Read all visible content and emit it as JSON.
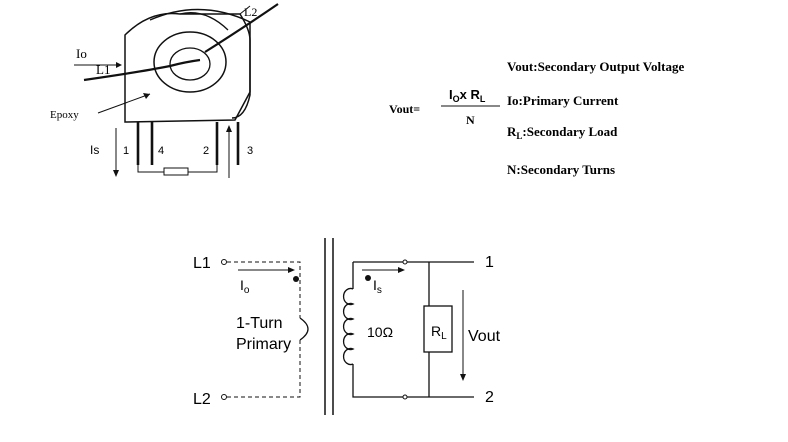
{
  "sensor": {
    "label_io": "Io",
    "label_l1": "L1",
    "label_l2": "L2",
    "label_epoxy": "Epoxy",
    "label_is": "Is",
    "pins": [
      "1",
      "4",
      "2",
      "3"
    ]
  },
  "formula": {
    "lhs": "Vout=",
    "num_main": "I",
    "num_sub": "O",
    "num_times": "x R",
    "num_sub2": "L",
    "den": "N"
  },
  "legend": {
    "vout": "Vout:Secondary Output Voltage",
    "io": "Io:Primary Current",
    "rl_main": "R",
    "rl_sub": "L",
    "rl_rest": ":Secondary  Load",
    "n": "N:Secondary Turns"
  },
  "schematic": {
    "l1": "L1",
    "l2": "L2",
    "io_main": "I",
    "io_sub": "o",
    "primary_line1": "1-Turn",
    "primary_line2": "Primary",
    "is_main": "I",
    "is_sub": "s",
    "coil_r": "10Ω",
    "rl_main": "R",
    "rl_sub": "L",
    "vout": "Vout",
    "term1": "1",
    "term2": "2"
  }
}
